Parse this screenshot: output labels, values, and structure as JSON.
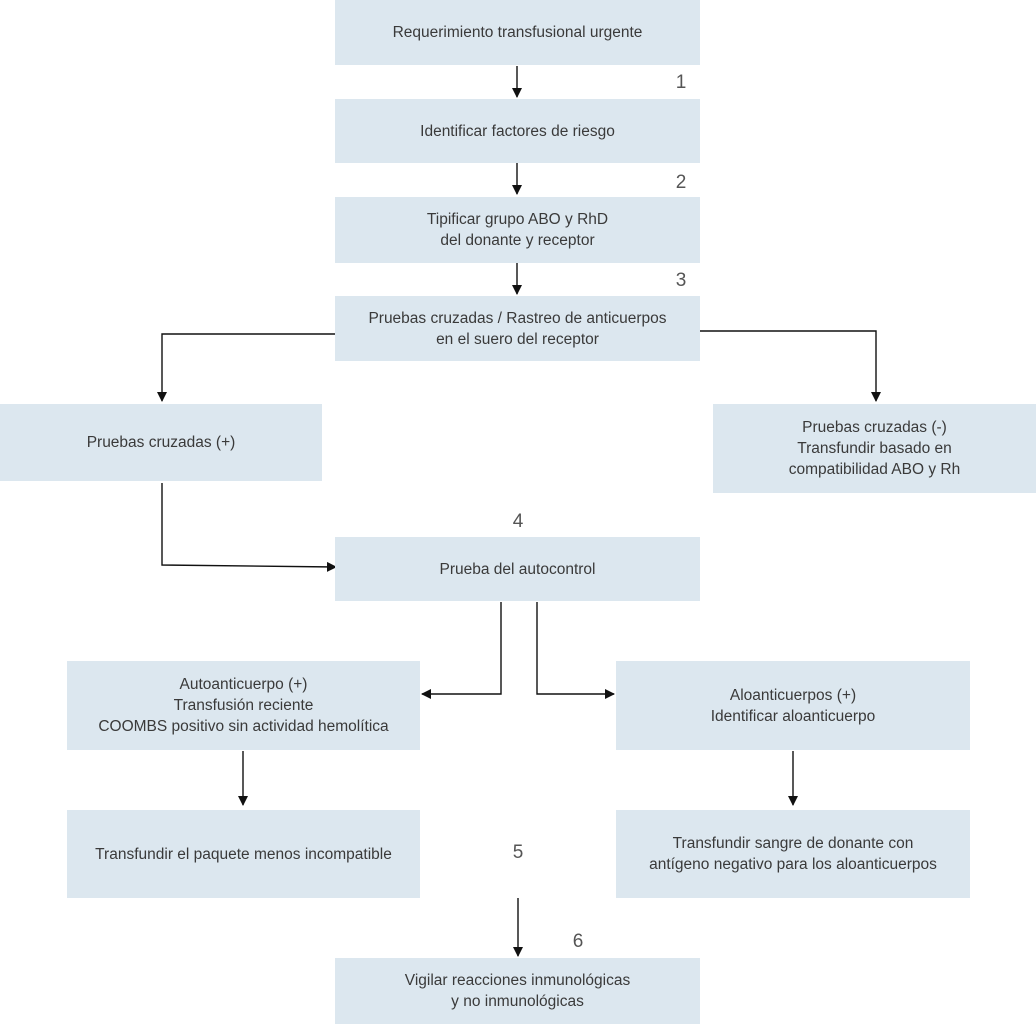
{
  "boxes": {
    "b1": [
      "Requerimiento transfusional urgente"
    ],
    "b2": [
      "Identificar factores de riesgo"
    ],
    "b3": [
      "Tipificar grupo ABO y RhD",
      "del donante y receptor"
    ],
    "b4": [
      "Pruebas cruzadas / Rastreo de anticuerpos",
      "en el suero del receptor"
    ],
    "b5": [
      "Pruebas cruzadas (+)"
    ],
    "b6": [
      "Pruebas cruzadas (-)",
      "Transfundir basado en",
      "compatibilidad ABO y Rh"
    ],
    "b7": [
      "Prueba del autocontrol"
    ],
    "b8": [
      "Autoanticuerpo (+)",
      "Transfusión reciente",
      "COOMBS positivo sin actividad hemolítica"
    ],
    "b9": [
      "Aloanticuerpos (+)",
      "Identificar aloanticuerpo"
    ],
    "b10": [
      "Transfundir el paquete menos incompatible"
    ],
    "b11": [
      "Transfundir sangre de donante con",
      "antígeno negativo para los aloanticuerpos"
    ],
    "b12": [
      "Vigilar reacciones inmunológicas",
      "y no inmunológicas"
    ]
  },
  "steps": [
    "1",
    "2",
    "3",
    "4",
    "5",
    "6"
  ]
}
